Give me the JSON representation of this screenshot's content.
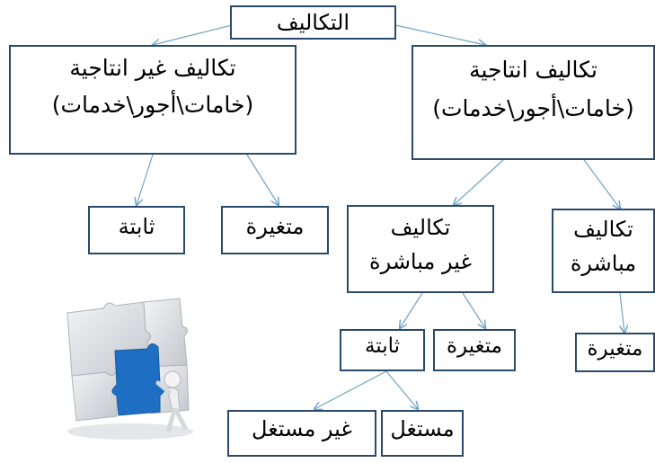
{
  "diagram": {
    "root": {
      "label": "التكاليف"
    },
    "non_productive": {
      "line1": "تكاليف غير انتاجية",
      "line2": "(خامات\\أجور\\خدمات)",
      "fixed": "ثابتة",
      "variable": "متغيرة"
    },
    "productive": {
      "line1": "تكاليف انتاجية",
      "line2": "(خامات\\أجور\\خدمات)",
      "indirect": {
        "line1": "تكاليف",
        "line2": "غير مباشرة",
        "fixed": "ثابتة",
        "variable": "متغيرة",
        "fixed_children": {
          "used": "مستغل",
          "unused": "غير مستغل"
        }
      },
      "direct": {
        "line1": "تكاليف",
        "line2": "مباشرة",
        "variable": "متغيرة"
      }
    }
  },
  "colors": {
    "box_border": "#2b4a6b",
    "arrow": "#6fa3c8",
    "puzzle_blue": "#1e6fc4",
    "puzzle_grey": "#d4d7dc"
  }
}
